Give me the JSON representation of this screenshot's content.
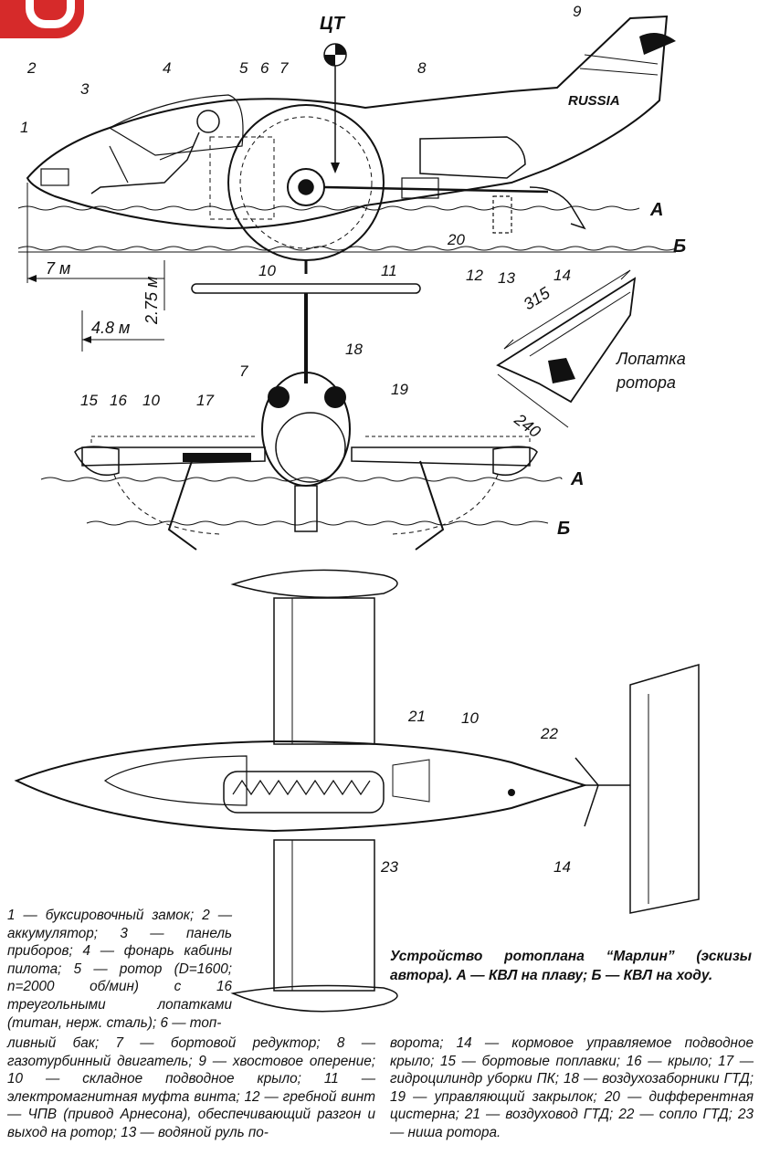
{
  "labels": {
    "ct": "ЦТ",
    "a": "А",
    "b": "Б",
    "rotor_blade": [
      "Лопатка",
      "ротора"
    ],
    "dim_7m": "7 м",
    "dim_275m": "2.75 м",
    "dim_48m": "4.8 м",
    "dim_315": "315",
    "dim_240": "240",
    "fin_text": "RUSSIA"
  },
  "callouts": [
    "1",
    "2",
    "3",
    "4",
    "5",
    "6",
    "7",
    "8",
    "9",
    "10",
    "11",
    "12",
    "13",
    "14",
    "15",
    "16",
    "17",
    "18",
    "19",
    "20",
    "21",
    "22",
    "23"
  ],
  "legend_left": "1 — буксировочный замок; 2 — аккумулятор; 3 — панель приборов; 4 — фонарь кабины пилота; 5 — ротор (D=1600; n=2000 об/мин) с 16 треугольными лопатками (титан, нерж. сталь); 6 — топ-",
  "legend_bottom_left": "ливный бак; 7 — бортовой редуктор; 8 — газотурбинный двигатель; 9 — хвостовое оперение; 10 — складное подводное крыло; 11 — электромагнитная муфта винта; 12 — гребной винт — ЧПВ (привод Арнесона), обеспечивающий разгон и выход на ротор; 13 — водяной руль по-",
  "legend_bottom_right": "ворота; 14 — кормовое управляемое подводное крыло; 15 — бортовые поплавки; 16 — крыло; 17 — гидроцилиндр уборки ПК; 18 — воздухозаборники ГТД; 19 — управляющий закрылок; 20 — дифферентная цистерна; 21 — воздуховод ГТД; 22 — сопло ГТД; 23 — ниша ротора.",
  "caption": "Устройство ротоплана “Марлин” (эскизы автора). А — КВЛ на плаву; Б — КВЛ на ходу.",
  "colors": {
    "logo": "#d62a2a",
    "line": "#111111"
  }
}
